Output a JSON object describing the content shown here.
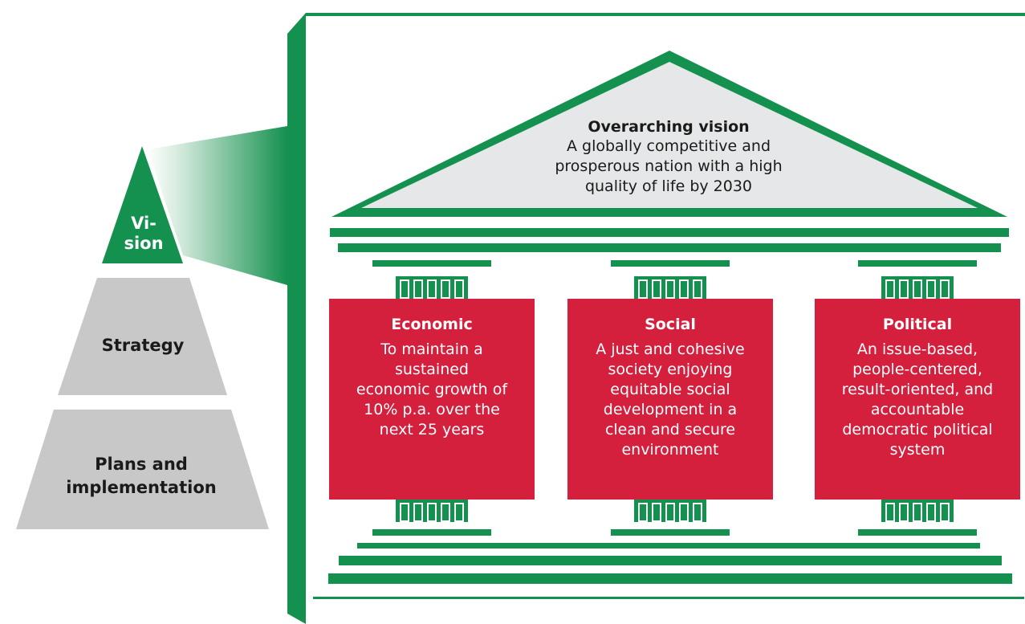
{
  "pyramid": {
    "top_label_line1": "Vi-",
    "top_label_line2": "sion",
    "middle_label": "Strategy",
    "bottom_label_line1": "Plans and",
    "bottom_label_line2": "implementation"
  },
  "roof": {
    "title": "Overarching vision",
    "lines": [
      "A globally competitive and",
      "prosperous nation with a high",
      "quality of life by 2030"
    ]
  },
  "pillars": [
    {
      "title": "Economic",
      "lines": [
        "To maintain a",
        "sustained",
        "economic growth of",
        "10% p.a. over the",
        "next 25 years"
      ]
    },
    {
      "title": "Social",
      "lines": [
        "A just and cohesive",
        "society enjoying",
        "equitable social",
        "development in a",
        "clean and secure",
        "environment"
      ]
    },
    {
      "title": "Political",
      "lines": [
        "An issue-based,",
        "people-centered,",
        "result-oriented, and",
        "accountable",
        "democratic political",
        "system"
      ]
    }
  ],
  "colors": {
    "green": "#14904f",
    "red": "#d41f3d",
    "grey": "#c8c8c8",
    "roof_fill": "#e6e7e8"
  }
}
